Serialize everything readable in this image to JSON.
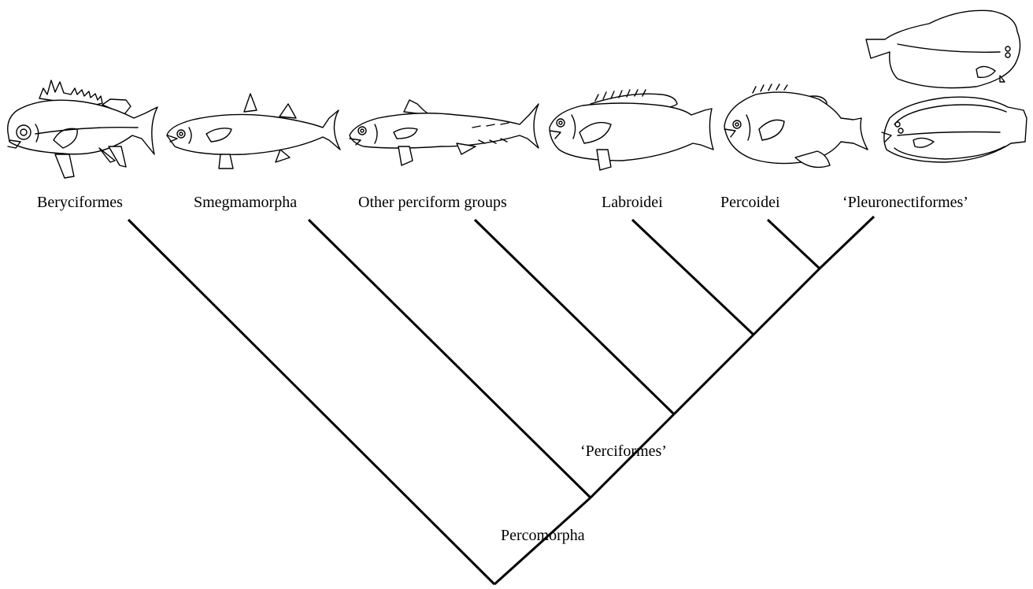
{
  "taxa": [
    {
      "id": "beryciformes",
      "label": "Beryciformes"
    },
    {
      "id": "smegmamorpha",
      "label": "Smegmamorpha"
    },
    {
      "id": "other",
      "label": "Other perciform groups"
    },
    {
      "id": "labroidei",
      "label": "Labroidei"
    },
    {
      "id": "percoidei",
      "label": "Percoidei"
    },
    {
      "id": "pleuronectiformes",
      "label": "‘Pleuronectiformes’"
    }
  ],
  "clades": {
    "perciformes": "‘Perciformes’",
    "percomorpha": "Percomorpha"
  },
  "style": {
    "line_color": "#000000",
    "background": "#ffffff"
  }
}
